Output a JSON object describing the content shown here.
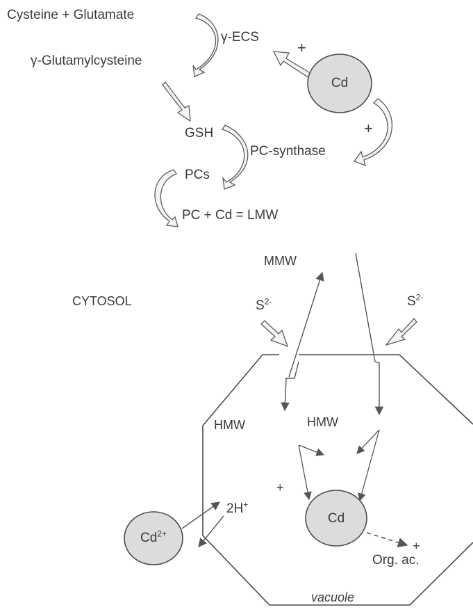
{
  "pathway": {
    "substrates": "Cysteine + Glutamate",
    "enzyme1": "γ-ECS",
    "product1": "γ-Glutamylcysteine",
    "gsh": "GSH",
    "enzyme2": "PC-synthase",
    "pcs": "PCs",
    "complex": "PC + Cd = LMW",
    "activation_sign_1": "+",
    "activation_sign_2": "+",
    "cd_top": "Cd"
  },
  "cytosol": {
    "label": "CYTOSOL",
    "mmw": "MMW",
    "sulfide_left_base": "S",
    "sulfide_left_sup": "2-",
    "sulfide_right_base": "S",
    "sulfide_right_sup": "2-"
  },
  "vacuole": {
    "label": "vacuole",
    "hmw_left": "HMW",
    "hmw_center": "HMW",
    "plus_sign": "+",
    "cd_inside": "Cd",
    "org_acid": "Org. ac.",
    "org_plus": "+",
    "proton_label": "2H",
    "proton_sup": "+",
    "cd_ion_base": "Cd",
    "cd_ion_sup": "2+"
  },
  "colors": {
    "line": "#4a4a4a",
    "circle_fill": "#dcdcdc",
    "text": "#3a3a3a"
  }
}
